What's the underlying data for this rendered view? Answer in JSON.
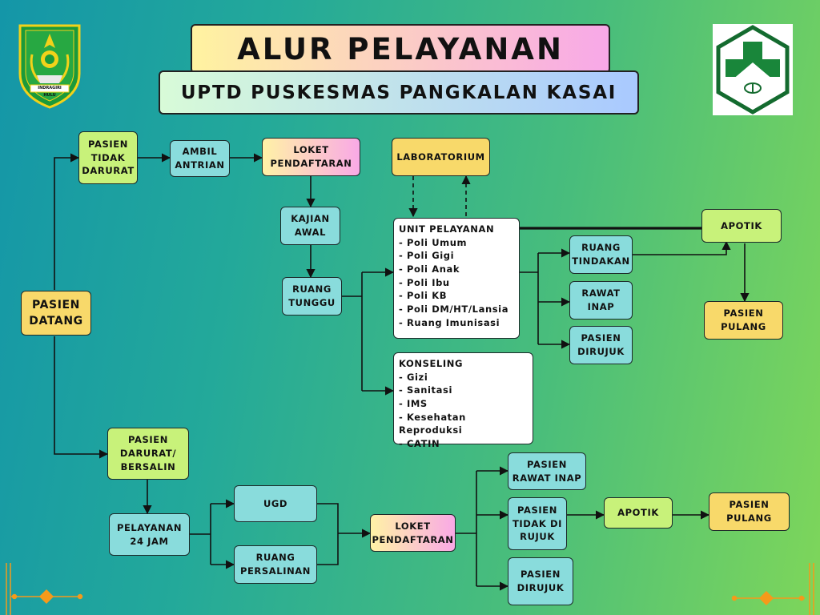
{
  "header": {
    "title": "ALUR PELAYANAN",
    "subtitle": "UPTD PUSKESMAS PANGKALAN KASAI"
  },
  "logos": {
    "left_emblem_text": "INDRAGIRI HULU",
    "right_logo": "puskesmas-logo"
  },
  "nodes": {
    "pasien_datang": "PASIEN\nDATANG",
    "pasien_tidak_darurat": "PASIEN\nTIDAK\nDARURAT",
    "ambil_antrian": "AMBIL\nANTRIAN",
    "loket_pendaftaran_top": "LOKET\nPENDAFTARAN",
    "kajian_awal": "KAJIAN\nAWAL",
    "ruang_tunggu": "RUANG\nTUNGGU",
    "laboratorium": "LABORATORIUM",
    "apotik_top": "APOTIK",
    "ruang_tindakan": "RUANG\nTINDAKAN",
    "rawat_inap": "RAWAT\nINAP",
    "pasien_dirujuk_top": "PASIEN\nDIRUJUK",
    "pasien_pulang_top": "PASIEN\nPULANG",
    "pasien_darurat": "PASIEN\nDARURAT/\nBERSALIN",
    "pelayanan_24": "PELAYANAN\n24 JAM",
    "ugd": "UGD",
    "ruang_persalinan": "RUANG\nPERSALINAN",
    "loket_pendaftaran_bottom": "LOKET\nPENDAFTARAN",
    "pasien_rawat_inap": "PASIEN\nRAWAT INAP",
    "pasien_tidak_dirujuk": "PASIEN\nTIDAK DI\nRUJUK",
    "pasien_dirujuk_bottom": "PASIEN\nDIRUJUK",
    "apotik_bottom": "APOTIK",
    "pasien_pulang_bottom": "PASIEN\nPULANG"
  },
  "unit_pelayanan": {
    "title": "UNIT PELAYANAN",
    "items": [
      "- Poli Umum",
      "- Poli Gigi",
      "- Poli Anak",
      "- Poli Ibu",
      "- Poli KB",
      "- Poli DM/HT/Lansia",
      "- Ruang Imunisasi"
    ]
  },
  "konseling": {
    "title": "KONSELING",
    "items": [
      "- Gizi",
      "- Sanitasi",
      "- IMS",
      "- Kesehatan Reproduksi",
      "- CATIN"
    ]
  },
  "colors": {
    "lime": "#c8f27a",
    "cyan": "#89dcdc",
    "yellow": "#f8d96a",
    "line": "#1a1a1a"
  }
}
